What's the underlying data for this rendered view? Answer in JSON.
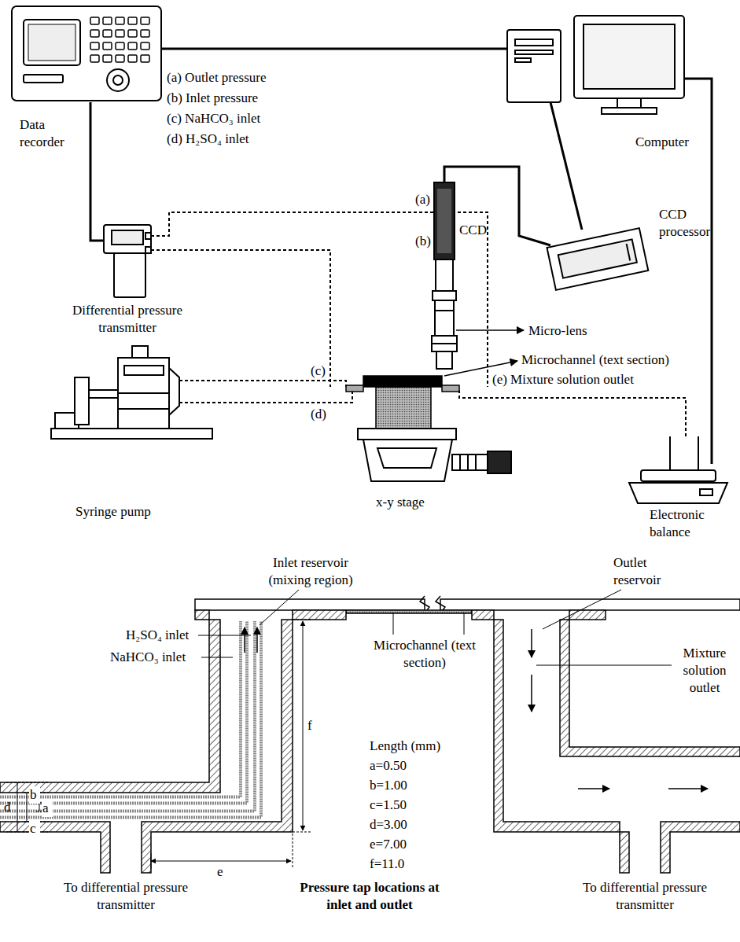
{
  "diagram": {
    "labels": [
      "Data recorder",
      "(a) Outlet pressure",
      "(b) Inlet pressure",
      "(c) NaHCO₃ inlet",
      "(d) H₂SO₄ inlet",
      "Computer",
      "CCD",
      "(a)",
      "(b)",
      "Differential pressure transmitter",
      "CCD processor",
      "Micro-lens",
      "Microchannel (text section)",
      "(c)",
      "(e) Mixture solution outlet",
      "(d)",
      "Syringe pump",
      "x-y stage",
      "Electronic balance",
      "Inlet reservoir (mixing region)",
      "Outlet reservoir",
      "H₂SO₄ inlet",
      "Microchannel (text section)",
      "Mixture solution outlet",
      "NaHCO₃ inlet",
      "f",
      "Length (mm)",
      "a=0.50",
      "b=1.00",
      "c=1.50",
      "d=3.00",
      "e=7.00",
      "f=11.0",
      "d",
      "b",
      "a",
      "c",
      "e",
      "To differential pressure transmitter",
      "Pressure tap locations at inlet and outlet",
      "To differential pressure transmitter"
    ]
  }
}
